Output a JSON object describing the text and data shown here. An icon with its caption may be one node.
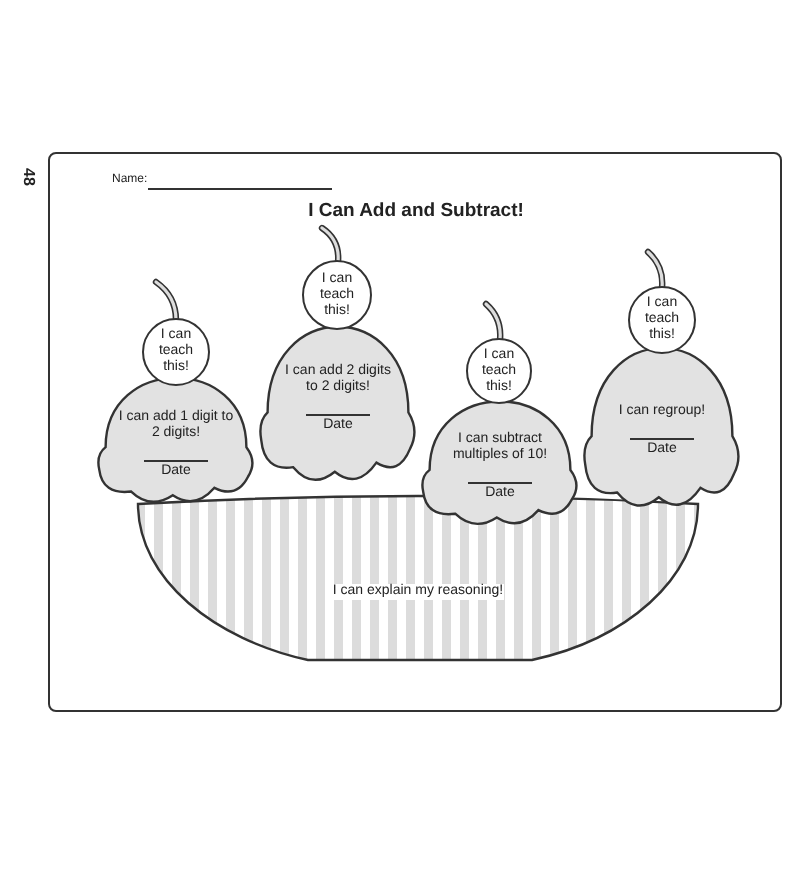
{
  "diagram": {
    "title": "I Can Add and Subtract!",
    "nodes": [
      {
        "text": [
          "I can teach this!"
        ]
      },
      {
        "text": [
          "I can add 2 digits to 2 digits!",
          "Date"
        ]
      },
      {
        "text": [
          "I can teach this!"
        ]
      },
      {
        "text": [
          "I can add 1 digit to 2 digits!",
          "Date"
        ]
      },
      {
        "text": [
          "I can teach this!"
        ]
      },
      {
        "text": [
          "I can subtract multiples of 10!",
          "Date"
        ]
      },
      {
        "text": [
          "I can teach this!"
        ]
      },
      {
        "text": [
          "I can regroup!",
          "Date"
        ]
      },
      {
        "text": [
          "I can explain my reasoning!"
        ]
      }
    ],
    "edges": [],
    "labels": [
      "48",
      "Name:"
    ]
  }
}
